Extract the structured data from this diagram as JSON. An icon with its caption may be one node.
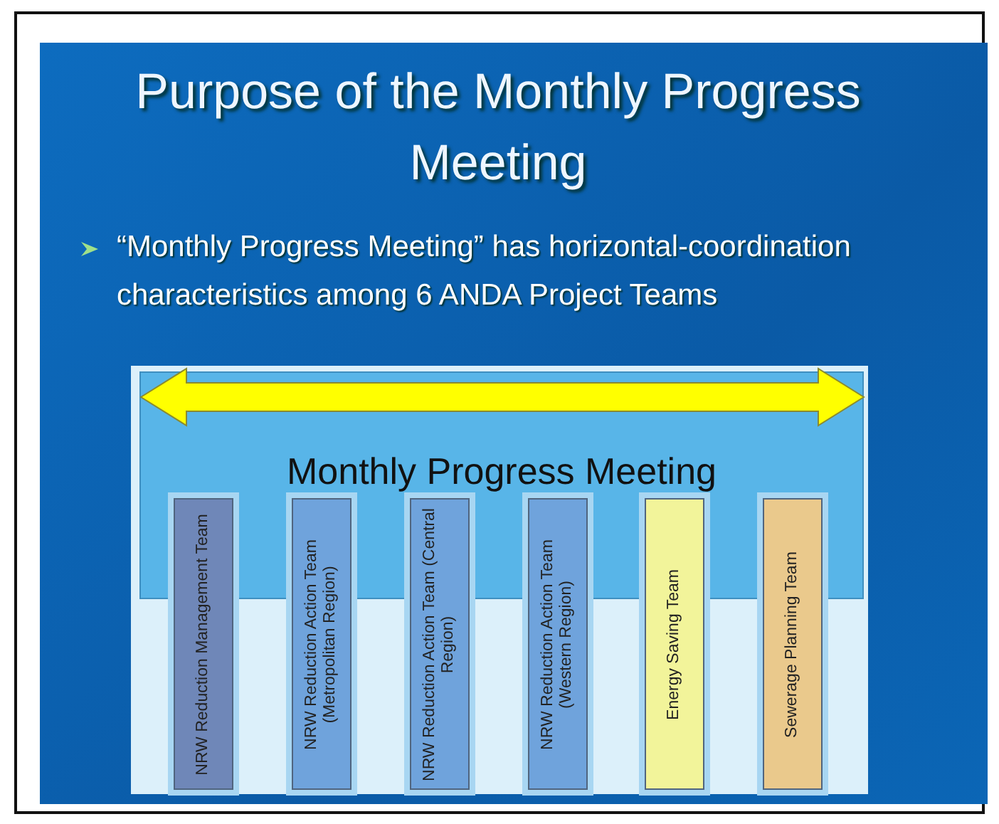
{
  "diagram": {
    "title": "Purpose of the Monthly Progress Meeting",
    "nodes": [
      {
        "text": [
          "Monthly Progress Meeting"
        ]
      },
      {
        "text": [
          "NRW Reduction Management Team"
        ]
      },
      {
        "text": [
          "NRW Reduction Action Team (Metropolitan Region)"
        ]
      },
      {
        "text": [
          "NRW Reduction Action Team (Central Region)"
        ]
      },
      {
        "text": [
          "NRW Reduction Action Team (Western Region)"
        ]
      },
      {
        "text": [
          "Energy Saving Team"
        ]
      },
      {
        "text": [
          "Sewerage Planning Team"
        ]
      }
    ],
    "labels": [
      "“Monthly Progress Meeting” has horizontal-coordination characteristics among 6 ANDA Project Teams"
    ]
  }
}
